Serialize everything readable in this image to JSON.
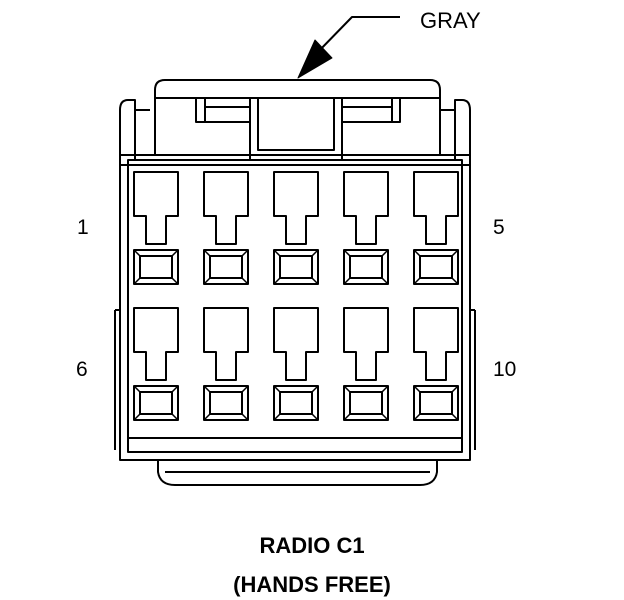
{
  "connector": {
    "color_label": "GRAY",
    "pin_labels": {
      "top_left": "1",
      "top_right": "5",
      "bottom_left": "6",
      "bottom_right": "10"
    },
    "cavity_count": 10,
    "stroke_color": "#000000",
    "fill_color": "#ffffff"
  },
  "caption": {
    "name": "RADIO C1",
    "subtitle": "(HANDS FREE)"
  }
}
